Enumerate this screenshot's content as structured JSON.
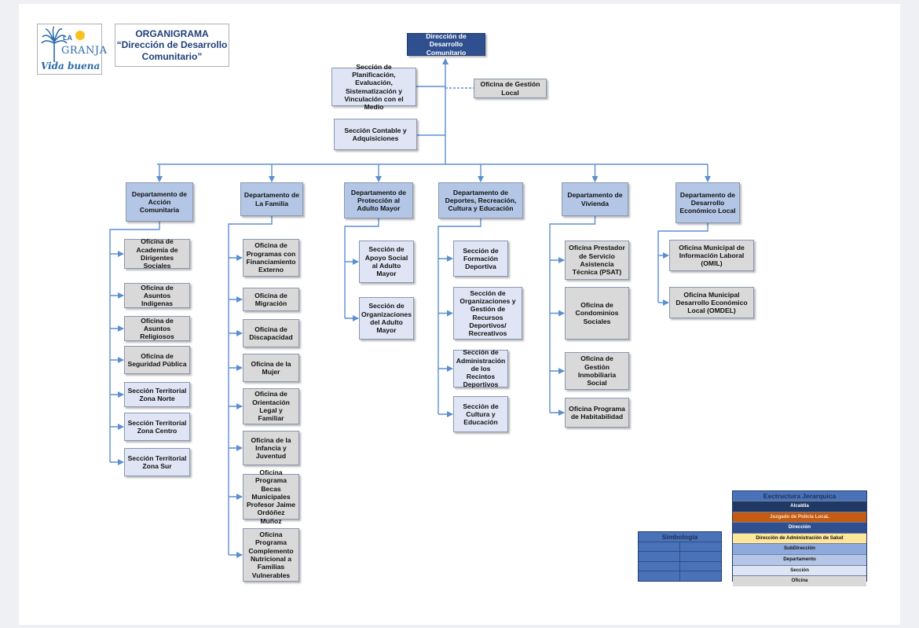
{
  "header": {
    "logo": {
      "la": "LA",
      "granja": "GRANJA",
      "tagline": "Vida buena"
    },
    "title_line1": "ORGANIGRAMA",
    "title_line2": "“Dirección de Desarrollo Comunitario”"
  },
  "direction": "Dirección de Desarrollo Comunitario",
  "staff": {
    "planning": "Sección de Planificación, Evaluación, Sistematización y Vinculación con el Medio",
    "local": "Oficina  de Gestión Local",
    "accounting": "Sección Contable y Adquisiciones"
  },
  "departments": [
    {
      "name": "Departamento de Acción Comunitaria",
      "units": [
        {
          "name": "Oficina  de Academia de Dirigentes Sociales",
          "kind": "ofi"
        },
        {
          "name": "Oficina de Asuntos Indígenas",
          "kind": "ofi"
        },
        {
          "name": "Oficina de Asuntos Religiosos",
          "kind": "ofi"
        },
        {
          "name": "Oficina de Seguridad Pública",
          "kind": "ofi"
        },
        {
          "name": "Sección Territorial Zona Norte",
          "kind": "sect"
        },
        {
          "name": "Sección Territorial Zona Centro",
          "kind": "sect"
        },
        {
          "name": "Sección Territorial Zona Sur",
          "kind": "sect"
        }
      ]
    },
    {
      "name": "Departamento de La Familia",
      "units": [
        {
          "name": "Oficina de Programas con Financiamiento Externo",
          "kind": "ofi"
        },
        {
          "name": "Oficina de Migración",
          "kind": "ofi"
        },
        {
          "name": "Oficina de Discapacidad",
          "kind": "ofi"
        },
        {
          "name": "Oficina de la Mujer",
          "kind": "ofi"
        },
        {
          "name": "Oficina de Orientación Legal y Familiar",
          "kind": "ofi"
        },
        {
          "name": "Oficina de la Infancia y Juventud",
          "kind": "ofi"
        },
        {
          "name": "Oficina Programa Becas Municipales Profesor Jaime Ordóñez Muñoz",
          "kind": "ofi"
        },
        {
          "name": "Oficina Programa Complemento Nutricional a Familias Vulnerables",
          "kind": "ofi"
        }
      ]
    },
    {
      "name": "Departamento de Protección al Adulto Mayor",
      "units": [
        {
          "name": "Sección de Apoyo Social al Adulto Mayor",
          "kind": "sect"
        },
        {
          "name": "Sección de Organizaciones del Adulto Mayor",
          "kind": "sect"
        }
      ]
    },
    {
      "name": "Departamento de Deportes, Recreación, Cultura y Educación",
      "units": [
        {
          "name": "Sección de Formación Deportiva",
          "kind": "sect"
        },
        {
          "name": "Sección de Organizaciones y Gestión de Recursos Deportivos/ Recreativos",
          "kind": "sect"
        },
        {
          "name": "Sección de Administración de los Recintos Deportivos",
          "kind": "sect"
        },
        {
          "name": "Sección de Cultura y Educación",
          "kind": "sect"
        }
      ]
    },
    {
      "name": "Departamento de Vivienda",
      "units": [
        {
          "name": "Oficina Prestador de Servicio Asistencia Técnica (PSAT)",
          "kind": "ofi"
        },
        {
          "name": "Oficina de Condominios Sociales",
          "kind": "ofi"
        },
        {
          "name": "Oficina de Gestión Inmobiliaria Social",
          "kind": "ofi"
        },
        {
          "name": "Oficina Programa de Habitabilidad",
          "kind": "ofi"
        }
      ]
    },
    {
      "name": "Departamento de Desarrollo Económico Local",
      "units": [
        {
          "name": "Oficina Municipal de Información Laboral (OMIL)",
          "kind": "ofi"
        },
        {
          "name": "Oficina Municipal Desarrollo Económico Local (OMDEL)",
          "kind": "ofi"
        }
      ]
    }
  ],
  "simbologia": {
    "title": "Simbología"
  },
  "legend": {
    "title": "Esctructura Jerarquica",
    "items": [
      {
        "label": "Alcaldia",
        "bg": "#1f3864",
        "fg": "#ffffff"
      },
      {
        "label": "Juzgado de Policia LocaL",
        "bg": "#c55a11",
        "fg": "#f3e0c8"
      },
      {
        "label": "Dirección",
        "bg": "#2f4f8f",
        "fg": "#ffffff"
      },
      {
        "label": "Dirección de Administración de Salud",
        "bg": "#ffe699",
        "fg": "#111111"
      },
      {
        "label": "SubDirección",
        "bg": "#8ea9db",
        "fg": "#111111"
      },
      {
        "label": "Departamento",
        "bg": "#b4c6e6",
        "fg": "#111111"
      },
      {
        "label": "Sección",
        "bg": "#dfe5f4",
        "fg": "#111111"
      },
      {
        "label": "Oficina",
        "bg": "#d9d9d9",
        "fg": "#111111"
      }
    ]
  }
}
